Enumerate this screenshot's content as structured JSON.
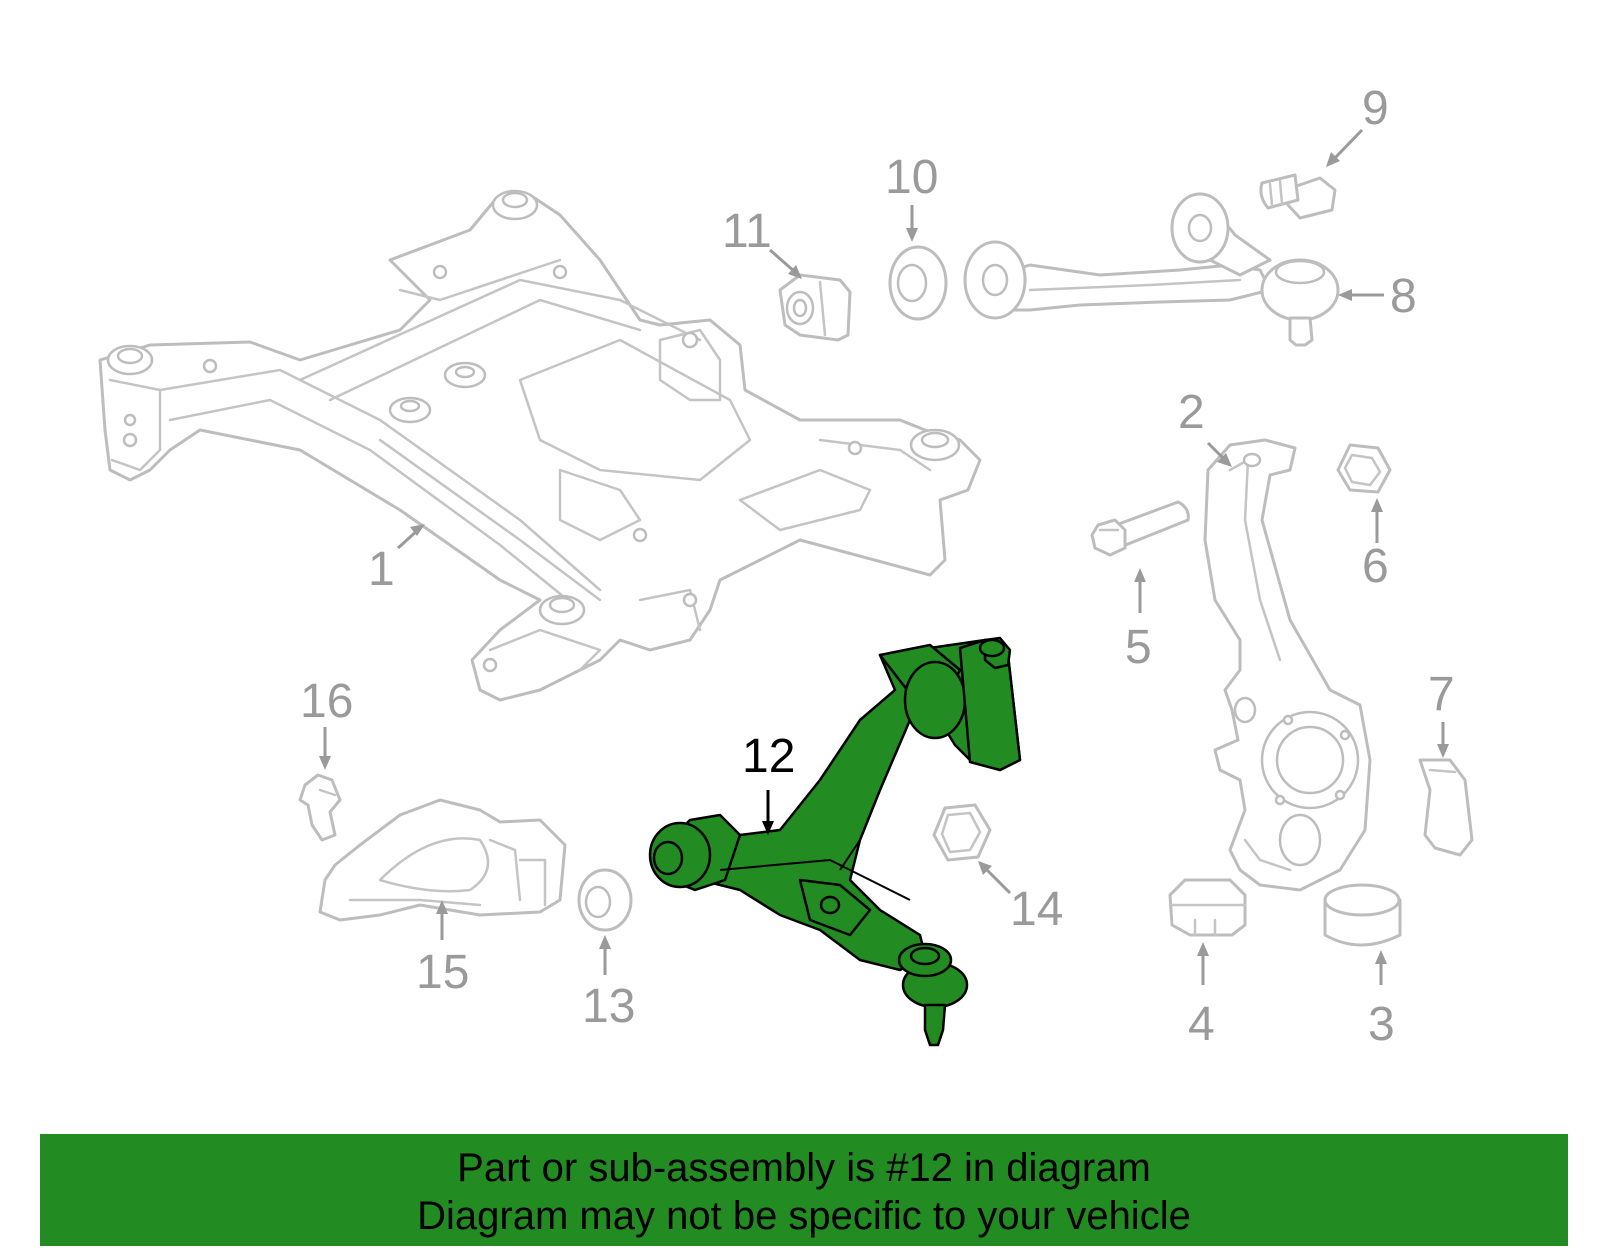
{
  "callouts": [
    {
      "id": "1",
      "label": "1"
    },
    {
      "id": "2",
      "label": "2"
    },
    {
      "id": "3",
      "label": "3"
    },
    {
      "id": "4",
      "label": "4"
    },
    {
      "id": "5",
      "label": "5"
    },
    {
      "id": "6",
      "label": "6"
    },
    {
      "id": "7",
      "label": "7"
    },
    {
      "id": "8",
      "label": "8"
    },
    {
      "id": "9",
      "label": "9"
    },
    {
      "id": "10",
      "label": "10"
    },
    {
      "id": "11",
      "label": "11"
    },
    {
      "id": "12",
      "label": "12"
    },
    {
      "id": "13",
      "label": "13"
    },
    {
      "id": "14",
      "label": "14"
    },
    {
      "id": "15",
      "label": "15"
    },
    {
      "id": "16",
      "label": "16"
    }
  ],
  "highlighted_part": "12",
  "highlight_color": "#228B22",
  "line_color": "#bdbdbd",
  "banner": {
    "line1": "Part or sub-assembly is #12 in diagram",
    "line2": "Diagram may not be specific to your vehicle",
    "background": "#228B22"
  }
}
